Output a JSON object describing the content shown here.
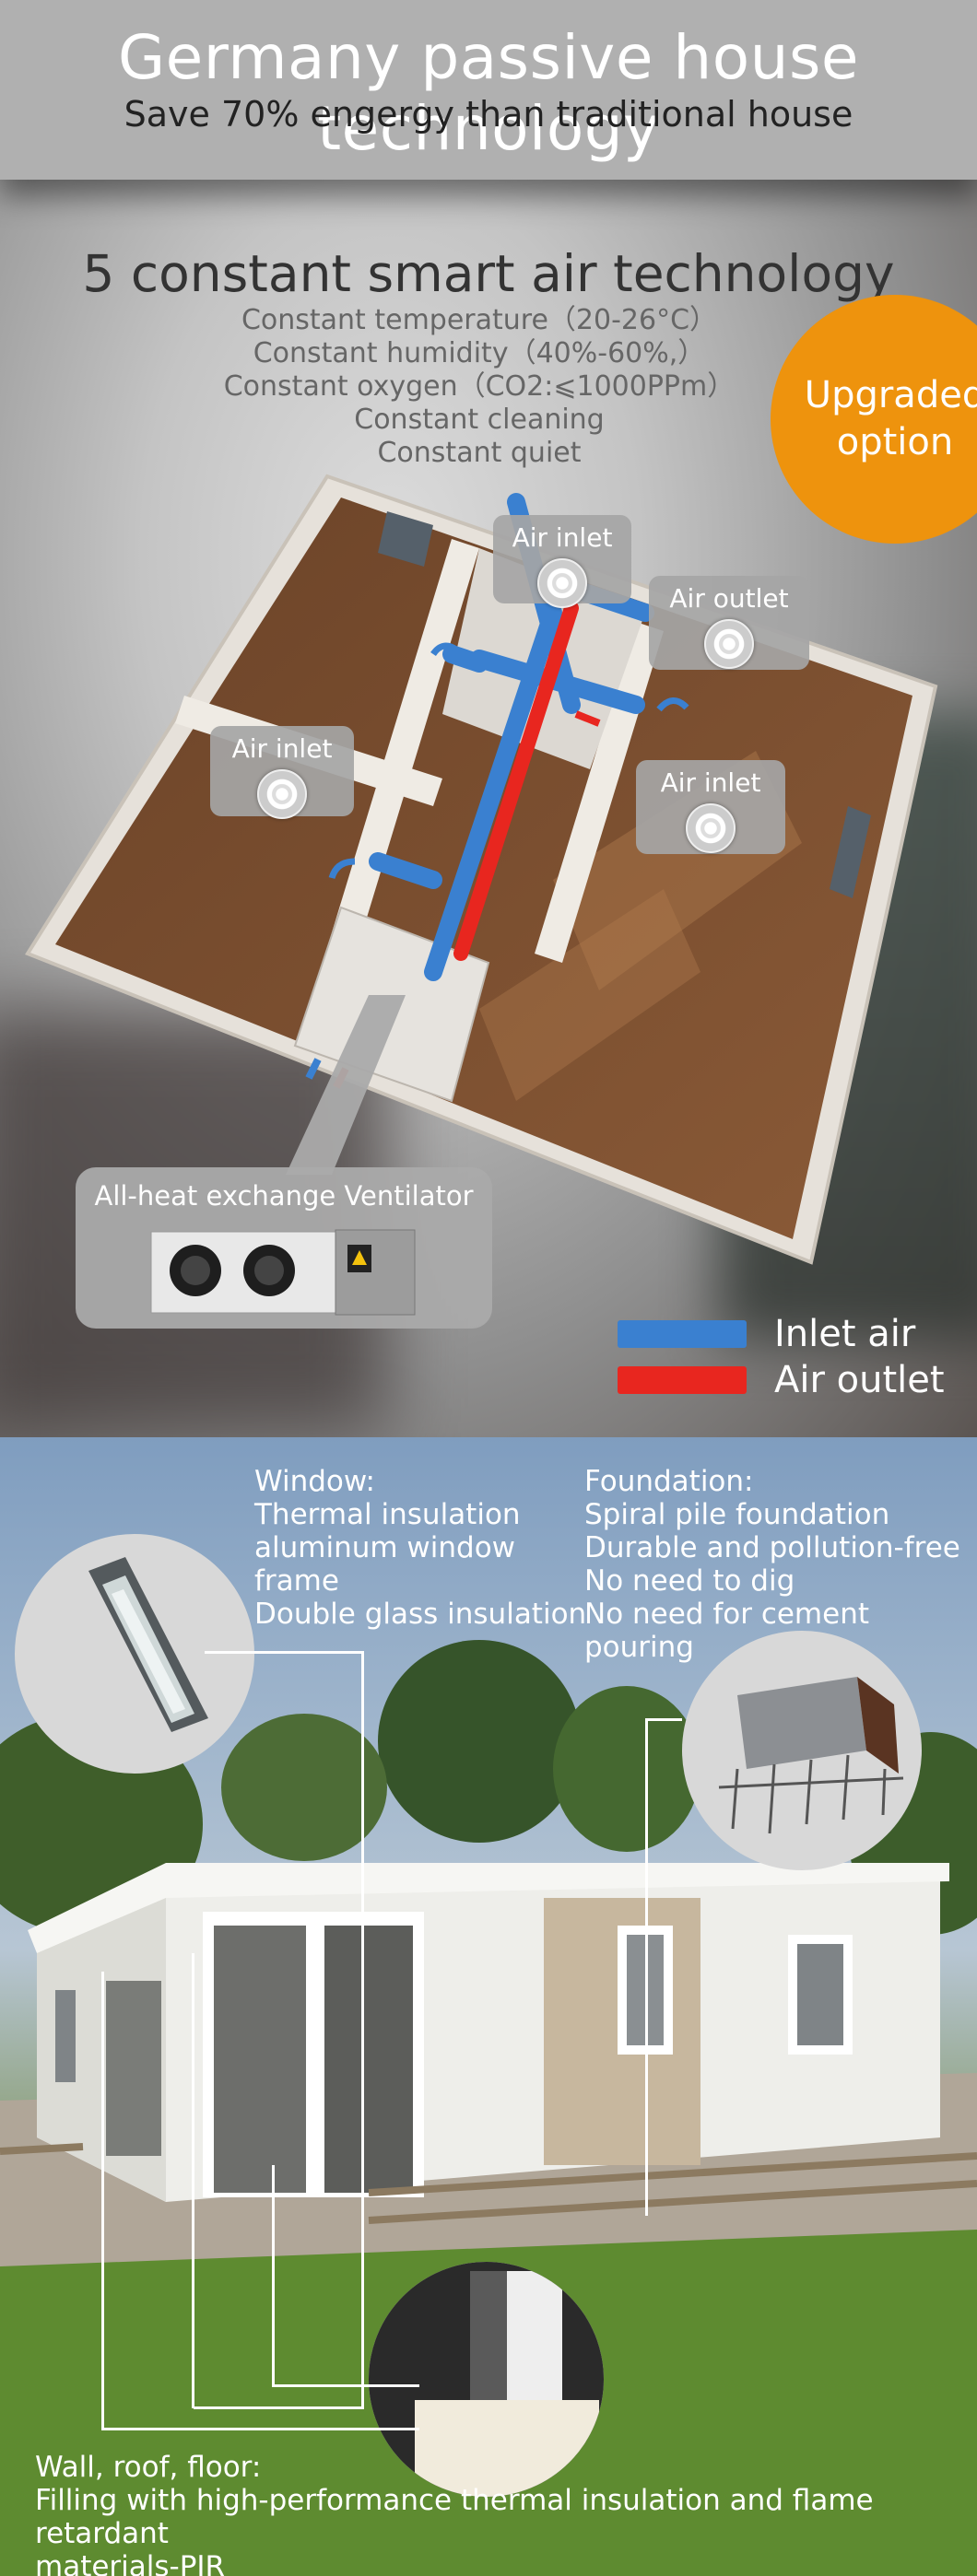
{
  "header": {
    "title": "Germany passive house technology",
    "subtitle": "Save 70% engergy than traditional house"
  },
  "air": {
    "title": "5 constant smart air technology",
    "features": [
      "Constant temperature（20-26°C）",
      "Constant humidity（40%-60%,）",
      "Constant oxygen（CO2:⩽1000PPm）",
      "Constant cleaning",
      "Constant quiet"
    ],
    "badge_line1": "Upgraded",
    "badge_line2": "option",
    "labels": {
      "inlet_top": "Air inlet",
      "outlet": "Air outlet",
      "inlet_left": "Air inlet",
      "inlet_right": "Air inlet",
      "ventilator": "All-heat exchange Ventilator"
    },
    "legend": {
      "inlet": "Inlet air",
      "outlet": "Air outlet",
      "inlet_color": "#3a80d0",
      "outlet_color": "#e8261f"
    }
  },
  "features_house": {
    "window_title": "Window:",
    "window_lines": [
      "Thermal insulation",
      "aluminum window",
      "frame",
      "Double glass insulation"
    ],
    "foundation_title": "Foundation:",
    "foundation_lines": [
      "Spiral pile foundation",
      "Durable and pollution-free",
      "No need to dig",
      "No need for cement pouring"
    ],
    "wall_title": "Wall, roof, floor:",
    "wall_lines": [
      "Filling with high-performance thermal insulation and flame retardant",
      "materials-PIR"
    ]
  }
}
